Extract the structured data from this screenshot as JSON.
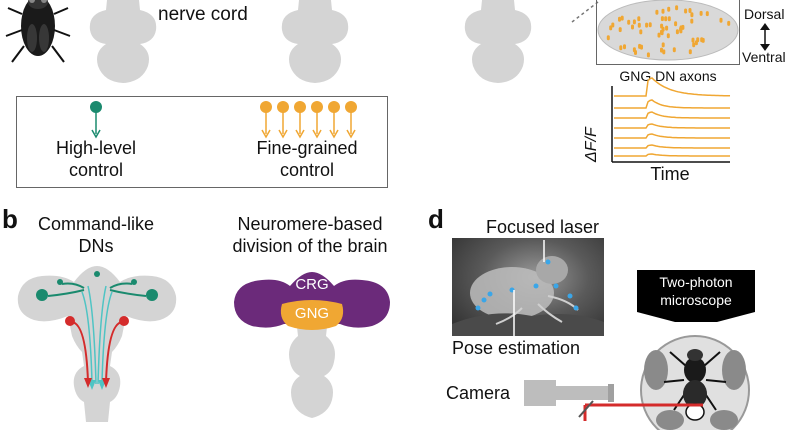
{
  "colors": {
    "green": "#1a8a6e",
    "orange": "#f0a733",
    "red": "#d42b2b",
    "purple": "#6b2a7a",
    "gray_body": "#d4d4d4",
    "gray_light": "#e6e6e6"
  },
  "panel_a": {
    "nerve_cord_label": "nerve cord",
    "high_level_label_1": "High-level",
    "high_level_label_2": "control",
    "fine_grained_label_1": "Fine-grained",
    "fine_grained_label_2": "control",
    "dorsal_label": "Dorsal",
    "ventral_label": "Ventral",
    "gng_axons_label": "GNG DN axons",
    "dff_label": "ΔF/F",
    "time_label": "Time"
  },
  "panel_b": {
    "letter": "b",
    "title_1": "Command-like",
    "title_2": "DNs",
    "title2_1": "Neuromere-based",
    "title2_2": "division of the brain",
    "crg_label": "CRG",
    "gng_label": "GNG"
  },
  "panel_d": {
    "letter": "d",
    "focused_laser_label": "Focused laser",
    "pose_estimation_label": "Pose estimation",
    "microscope_label_1": "Two-photon",
    "microscope_label_2": "microscope",
    "camera_label": "Camera"
  }
}
